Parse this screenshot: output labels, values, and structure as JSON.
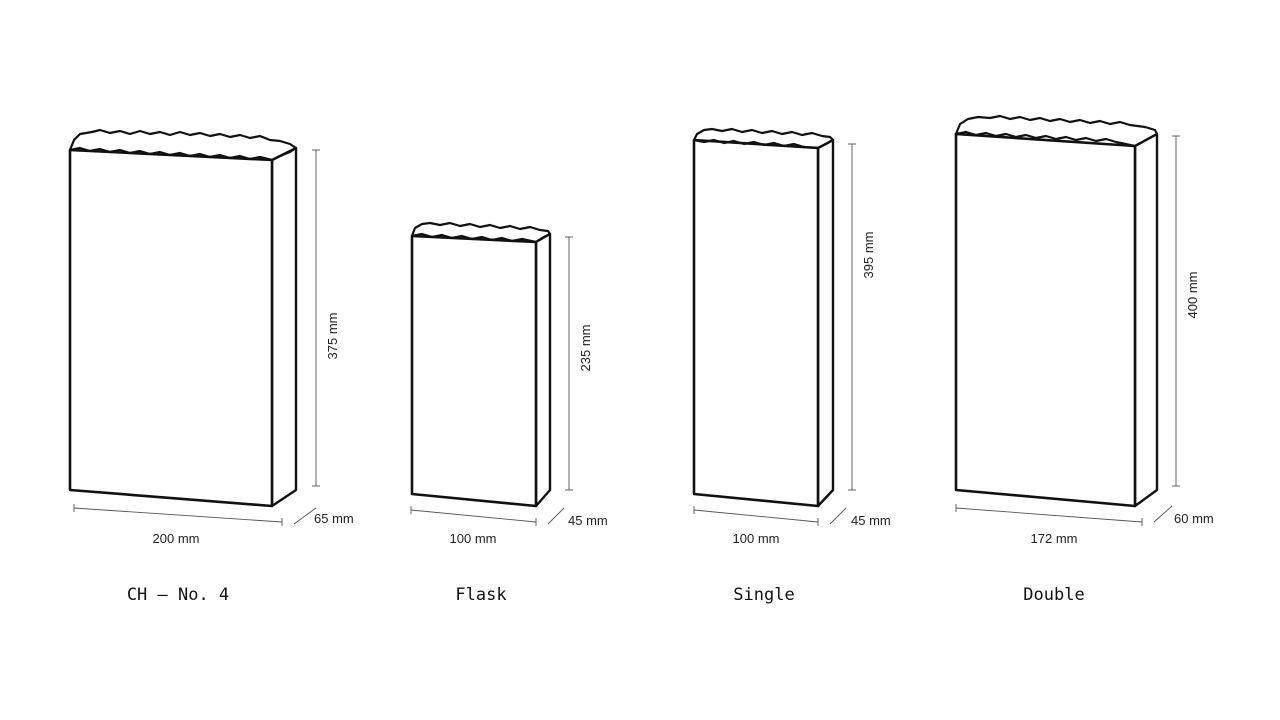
{
  "bags": [
    {
      "id": "ch-no-4",
      "name": "CH — No. 4",
      "width_label": "200 mm",
      "height_label": "375 mm",
      "depth_label": "65 mm"
    },
    {
      "id": "flask",
      "name": "Flask",
      "width_label": "100 mm",
      "height_label": "235 mm",
      "depth_label": "45 mm"
    },
    {
      "id": "single",
      "name": "Single",
      "width_label": "100 mm",
      "height_label": "395 mm",
      "depth_label": "45 mm"
    },
    {
      "id": "double",
      "name": "Double",
      "width_label": "172 mm",
      "height_label": "400 mm",
      "depth_label": "60 mm"
    }
  ],
  "colors": {
    "stroke": "#111111",
    "dimension": "#555555",
    "background": "#ffffff"
  }
}
